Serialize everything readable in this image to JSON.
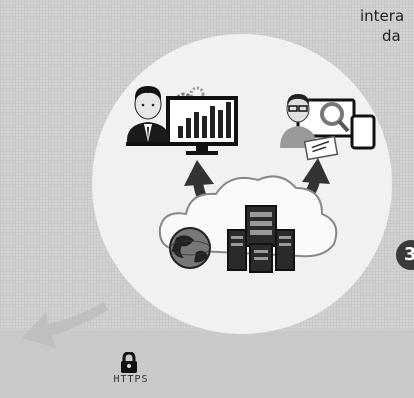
{
  "top_text": {
    "line1": "intera",
    "line2": "da"
  },
  "step_badge": "3",
  "https_label": "HTTPS",
  "colors": {
    "background": "#d2d2d2",
    "circle": "#f1f1f1",
    "dark": "#222222",
    "badge": "#3a3a3a"
  },
  "icons": [
    "businessman-monitor-icon",
    "chart-icon",
    "gear-icon",
    "user-glasses-icon",
    "document-icon",
    "magnifier-icon",
    "tablet-icon",
    "cloud-icon",
    "globe-icon",
    "server-icon",
    "arrow-icon",
    "lock-icon"
  ]
}
